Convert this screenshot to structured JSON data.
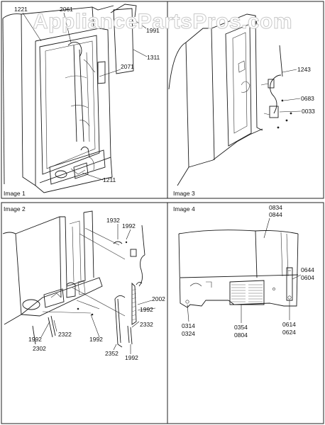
{
  "watermark": "AppliancePartsPros.com",
  "panels": [
    {
      "title": "Image 1",
      "callouts": {
        "c1221": "1221",
        "c2061": "2061",
        "c1991": "1991",
        "c1311": "1311",
        "c2071": "2071",
        "c1211": "1211"
      }
    },
    {
      "title": "Image 3",
      "callouts": {
        "c1243": "1243",
        "c0683": "0683",
        "c0033": "0033"
      }
    },
    {
      "title": "Image 2",
      "callouts": {
        "c1932": "1932",
        "c1992a": "1992",
        "c2002": "2002",
        "c1992b": "1992",
        "c2322a": "2322",
        "c2302": "2302",
        "c1992c": "1992",
        "c2352": "2352",
        "c2332": "2332",
        "c1992d": "1992"
      }
    },
    {
      "title": "Image 4",
      "callouts": {
        "c0834": "0834",
        "c0844": "0844",
        "c0644": "0644",
        "c0604": "0604",
        "c0314": "0314",
        "c0324": "0324",
        "c0354": "0354",
        "c0804": "0804",
        "c0614": "0614",
        "c0624": "0624"
      }
    }
  ],
  "colors": {
    "line": "#1a1a1a",
    "background": "#ffffff",
    "watermark_stroke": "#c9c9c9"
  }
}
